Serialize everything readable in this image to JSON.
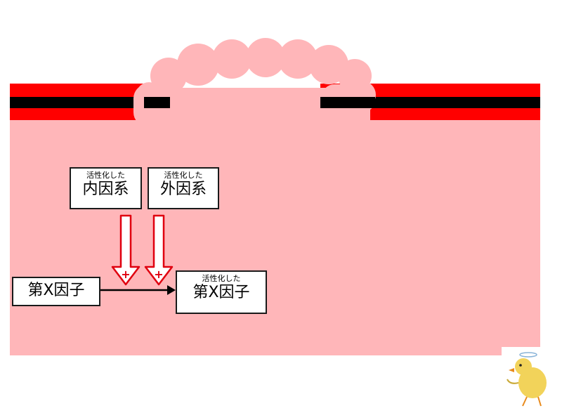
{
  "colors": {
    "tissue": "#ffb6b9",
    "vessel_red": "#ff0000",
    "vessel_black": "#000000",
    "arrow_red": "#e0000f"
  },
  "boxes": {
    "intrinsic": {
      "prefix": "活性化した",
      "label": "内因系"
    },
    "extrinsic": {
      "prefix": "活性化した",
      "label": "外因系"
    },
    "factor_x": {
      "label": "第X因子"
    },
    "factor_xa": {
      "prefix": "活性化した",
      "label": "第X因子"
    }
  },
  "symbols": {
    "plus": "+",
    "mascot": "chick-icon"
  }
}
